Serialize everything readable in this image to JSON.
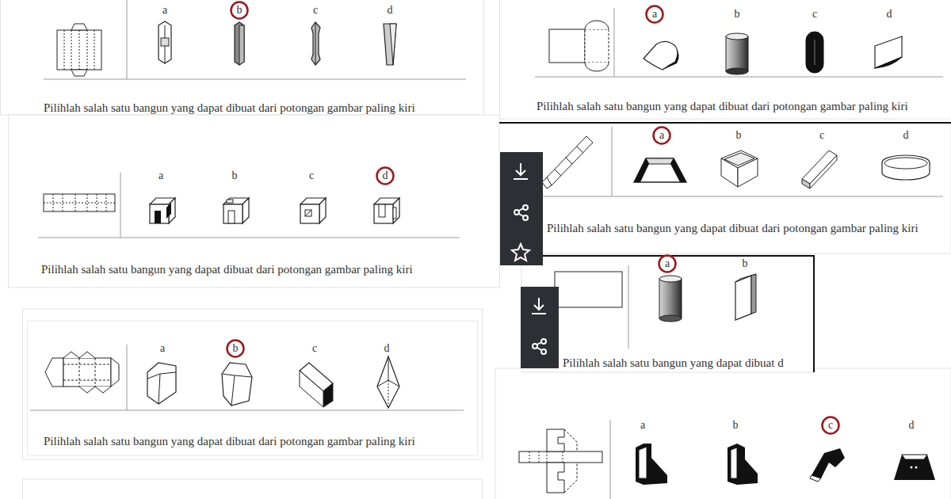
{
  "diagram": {
    "nodes": [
      {
        "text": [
          "b"
        ]
      },
      {
        "text": [
          "a"
        ]
      },
      {
        "text": [
          "d"
        ]
      },
      {
        "text": [
          "a"
        ]
      },
      {
        "text": [
          "a"
        ]
      },
      {
        "text": [
          "b"
        ]
      },
      {
        "text": [
          "c"
        ]
      }
    ],
    "labels": [
      "a",
      "c",
      "d",
      "b",
      "c",
      "d",
      "Pilihlah salah satu bangun yang dapat dibuat dari potongan gambar paling kiri",
      "Pilihlah salah satu bangun yang dapat dibuat dari potongan gambar paling kiri",
      "a",
      "b",
      "c",
      "b",
      "c",
      "d",
      "Pilihlah salah satu bangun yang dapat dibuat dari potongan gambar paling kiri",
      "Pilihlah salah satu bangun yang dapat dibuat dari potongan gambar paling kiri",
      "b",
      "Pilihlah salah satu bangun yang dapat dibuat d",
      "a",
      "c",
      "d",
      "Pilihlah salah satu bangun yang dapat dibuat dari potongan gambar paling kiri",
      "a",
      "b",
      "d"
    ]
  }
}
